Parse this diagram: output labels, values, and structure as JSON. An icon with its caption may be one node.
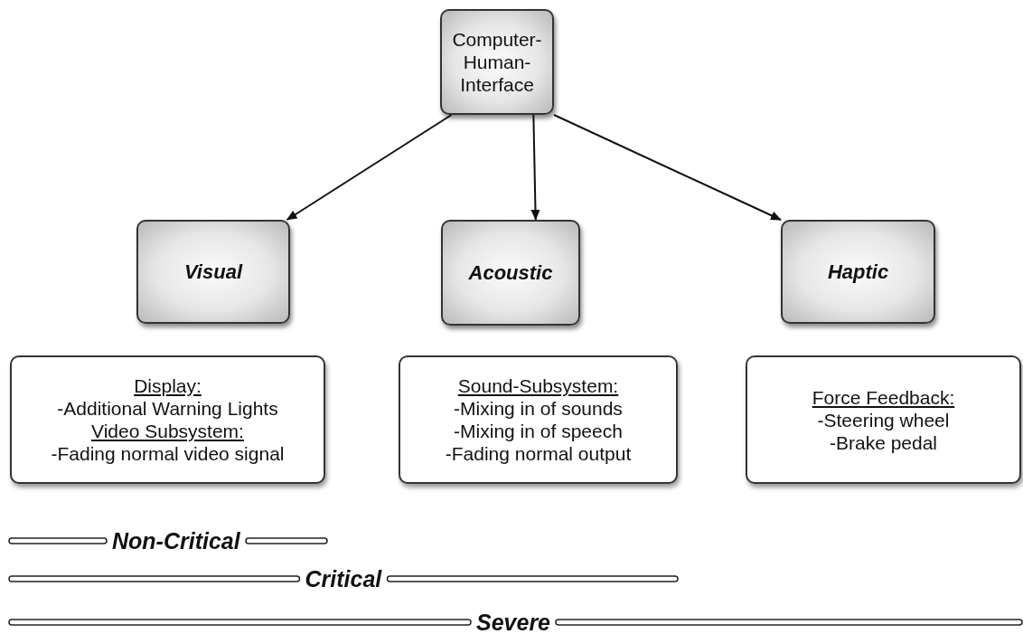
{
  "diagram": {
    "nodes": [
      {
        "text": [
          "Computer-Human-Interface"
        ]
      },
      {
        "text": [
          "Visual"
        ]
      },
      {
        "text": [
          "Acoustic"
        ]
      },
      {
        "text": [
          "Haptic"
        ]
      },
      {
        "text": [
          "Display:",
          "-Additional Warning Lights",
          "Video Subsystem:",
          "-Fading normal video signal"
        ]
      },
      {
        "text": [
          "Sound-Subsystem:",
          "-Mixing in of sounds",
          "-Mixing in of speech",
          "-Fading normal output"
        ]
      },
      {
        "text": [
          "Force Feedback:",
          "-Steering wheel",
          "-Brake pedal"
        ]
      }
    ],
    "edges": [
      {
        "from": 0,
        "to": 1,
        "arrow": "to"
      },
      {
        "from": 0,
        "to": 2,
        "arrow": "to"
      },
      {
        "from": 0,
        "to": 3,
        "arrow": "to"
      }
    ],
    "labels": [
      "Non-Critical",
      "Critical",
      "Severe"
    ]
  }
}
